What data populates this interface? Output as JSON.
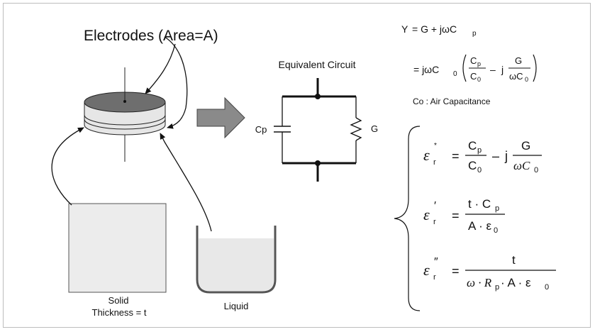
{
  "labels": {
    "electrodes": "Electrodes (Area=A)",
    "equivalent_circuit": "Equivalent Circuit",
    "cp": "Cp",
    "g": "G",
    "solid_line1": "Solid",
    "solid_line2": "Thickness = t",
    "liquid": "Liquid",
    "co_note": "Co : Air Capacitance"
  },
  "equations": {
    "admittance_lhs": "Y",
    "admittance_rhs": "= G + jωC",
    "admittance_sub": "p",
    "second_eq": "= jωC",
    "c": "C",
    "p": "p",
    "zero": "0",
    "g": "G",
    "j": "j",
    "minus": "–",
    "equals": "=",
    "omega_c": "ωC",
    "eps": "ε",
    "r": "r",
    "star": "*",
    "prime": "′",
    "dprime": "″",
    "t_cp": "t · C",
    "a_eps": "A · ε",
    "t": "t",
    "omega_rp": "ω · R",
    "a_eps2": " · A · ε"
  },
  "colors": {
    "electrode_top": "#6e6e6e",
    "solid_fill": "#ececec",
    "liquid_fill": "#e8e8e8",
    "arrow_fill": "#8a8a8a",
    "wire": "#111111"
  }
}
